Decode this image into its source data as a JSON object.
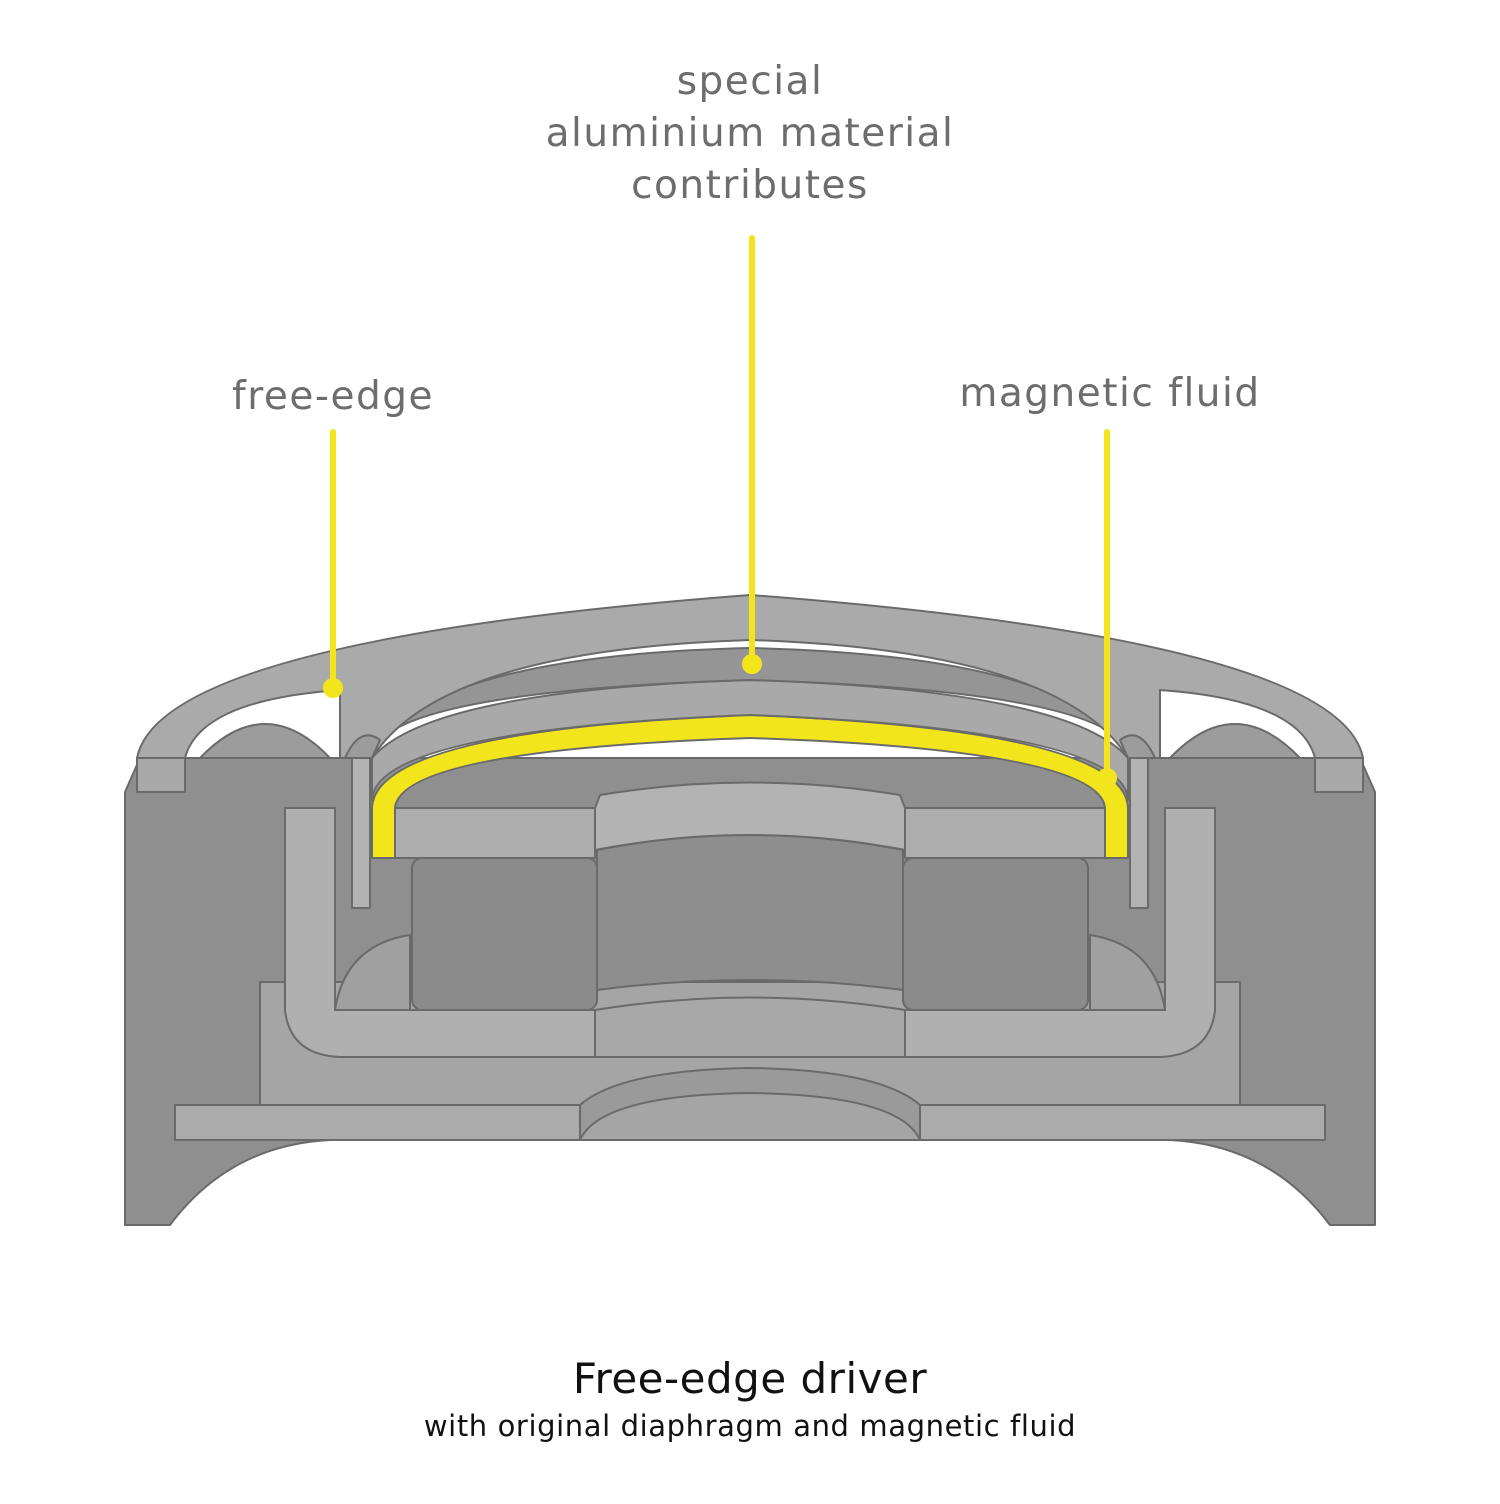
{
  "labels": {
    "special_lines": [
      "special",
      "aluminium material",
      "contributes"
    ],
    "free_edge": "free-edge",
    "magnetic_fluid": "magnetic fluid"
  },
  "caption": {
    "title": "Free-edge driver",
    "subtitle": "with original diaphragm and magnetic fluid"
  },
  "colors": {
    "accent": "#f2e51c",
    "housing": "#8f8f8f",
    "light_grey": "#a9a9a9",
    "mid_grey": "#9a9a9a",
    "dark_grey": "#8a8a8a",
    "outline": "#6a6a6a",
    "label_text": "#6d6d6d",
    "caption_text": "#111111"
  }
}
